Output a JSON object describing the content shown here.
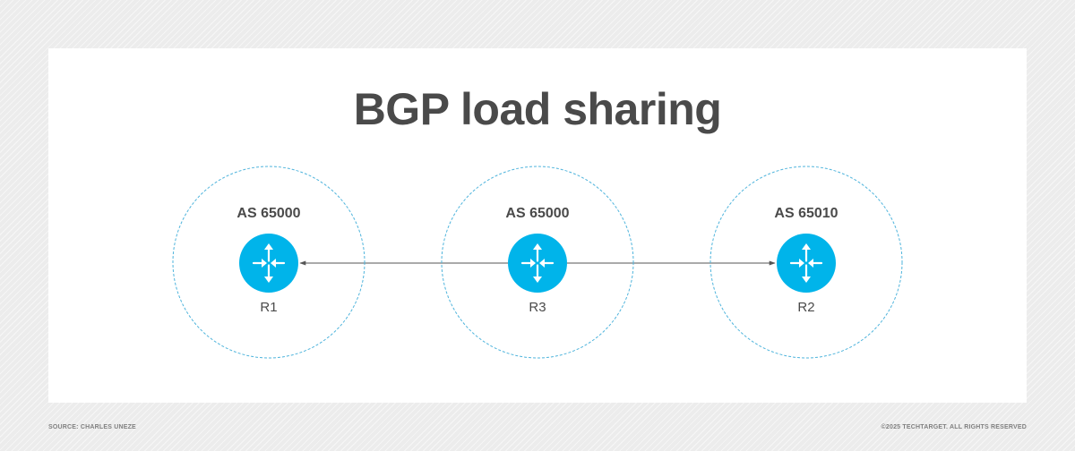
{
  "title": "BGP load sharing",
  "colors": {
    "router_fill": "#00b4ea",
    "boundary_stroke": "#4fb4dc",
    "link_stroke": "#555555",
    "title_color": "#4a4a4a"
  },
  "nodes": [
    {
      "id": "r1",
      "as_label": "AS 65000",
      "router_label": "R1",
      "icon": "router-icon"
    },
    {
      "id": "r3",
      "as_label": "AS 65000",
      "router_label": "R3",
      "icon": "router-icon"
    },
    {
      "id": "r2",
      "as_label": "AS 65010",
      "router_label": "R2",
      "icon": "router-icon"
    }
  ],
  "links": [
    {
      "from": "r3",
      "to": "r1",
      "arrow": "to"
    },
    {
      "from": "r3",
      "to": "r2",
      "arrow": "to"
    }
  ],
  "footer": {
    "source": "SOURCE: CHARLES UNEZE",
    "copyright": "©2025 TECHTARGET. ALL RIGHTS RESERVED"
  }
}
